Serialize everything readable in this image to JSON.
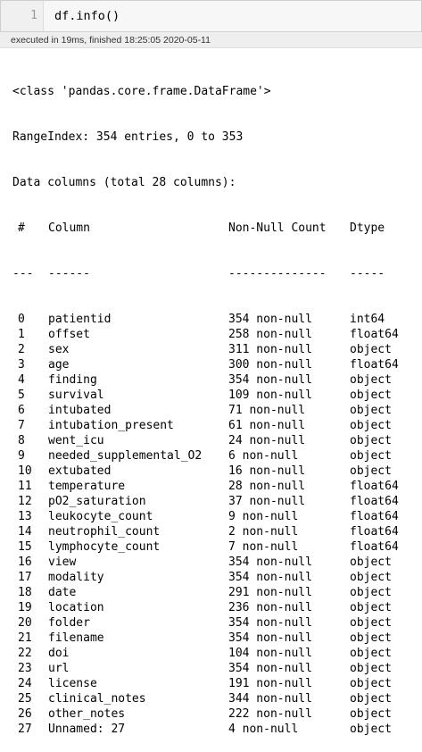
{
  "cell": {
    "line_number": "1",
    "code": "df.info()",
    "exec_info": "executed in 19ms, finished 18:25:05 2020-05-11"
  },
  "output": {
    "header_lines": [
      "<class 'pandas.core.frame.DataFrame'>",
      "RangeIndex: 354 entries, 0 to 353",
      "Data columns (total 28 columns):"
    ],
    "table_header": {
      "idx": "#",
      "name": "Column",
      "count": "Non-Null Count",
      "dtype": "Dtype"
    },
    "table_rule": {
      "idx": "---",
      "name": "------",
      "count": "--------------",
      "dtype": "-----"
    },
    "rows": [
      {
        "idx": "0",
        "name": "patientid",
        "count": "354 non-null",
        "dtype": "int64"
      },
      {
        "idx": "1",
        "name": "offset",
        "count": "258 non-null",
        "dtype": "float64"
      },
      {
        "idx": "2",
        "name": "sex",
        "count": "311 non-null",
        "dtype": "object"
      },
      {
        "idx": "3",
        "name": "age",
        "count": "300 non-null",
        "dtype": "float64"
      },
      {
        "idx": "4",
        "name": "finding",
        "count": "354 non-null",
        "dtype": "object"
      },
      {
        "idx": "5",
        "name": "survival",
        "count": "109 non-null",
        "dtype": "object"
      },
      {
        "idx": "6",
        "name": "intubated",
        "count": "71 non-null",
        "dtype": "object"
      },
      {
        "idx": "7",
        "name": "intubation_present",
        "count": "61 non-null",
        "dtype": "object"
      },
      {
        "idx": "8",
        "name": "went_icu",
        "count": "24 non-null",
        "dtype": "object"
      },
      {
        "idx": "9",
        "name": "needed_supplemental_O2",
        "count": "6 non-null",
        "dtype": "object"
      },
      {
        "idx": "10",
        "name": "extubated",
        "count": "16 non-null",
        "dtype": "object"
      },
      {
        "idx": "11",
        "name": "temperature",
        "count": "28 non-null",
        "dtype": "float64"
      },
      {
        "idx": "12",
        "name": "pO2_saturation",
        "count": "37 non-null",
        "dtype": "float64"
      },
      {
        "idx": "13",
        "name": "leukocyte_count",
        "count": "9 non-null",
        "dtype": "float64"
      },
      {
        "idx": "14",
        "name": "neutrophil_count",
        "count": "2 non-null",
        "dtype": "float64"
      },
      {
        "idx": "15",
        "name": "lymphocyte_count",
        "count": "7 non-null",
        "dtype": "float64"
      },
      {
        "idx": "16",
        "name": "view",
        "count": "354 non-null",
        "dtype": "object"
      },
      {
        "idx": "17",
        "name": "modality",
        "count": "354 non-null",
        "dtype": "object"
      },
      {
        "idx": "18",
        "name": "date",
        "count": "291 non-null",
        "dtype": "object"
      },
      {
        "idx": "19",
        "name": "location",
        "count": "236 non-null",
        "dtype": "object"
      },
      {
        "idx": "20",
        "name": "folder",
        "count": "354 non-null",
        "dtype": "object"
      },
      {
        "idx": "21",
        "name": "filename",
        "count": "354 non-null",
        "dtype": "object"
      },
      {
        "idx": "22",
        "name": "doi",
        "count": "104 non-null",
        "dtype": "object"
      },
      {
        "idx": "23",
        "name": "url",
        "count": "354 non-null",
        "dtype": "object"
      },
      {
        "idx": "24",
        "name": "license",
        "count": "191 non-null",
        "dtype": "object"
      },
      {
        "idx": "25",
        "name": "clinical_notes",
        "count": "344 non-null",
        "dtype": "object"
      },
      {
        "idx": "26",
        "name": "other_notes",
        "count": "222 non-null",
        "dtype": "object"
      },
      {
        "idx": "27",
        "name": "Unnamed: 27",
        "count": "4 non-null",
        "dtype": "object"
      }
    ]
  }
}
